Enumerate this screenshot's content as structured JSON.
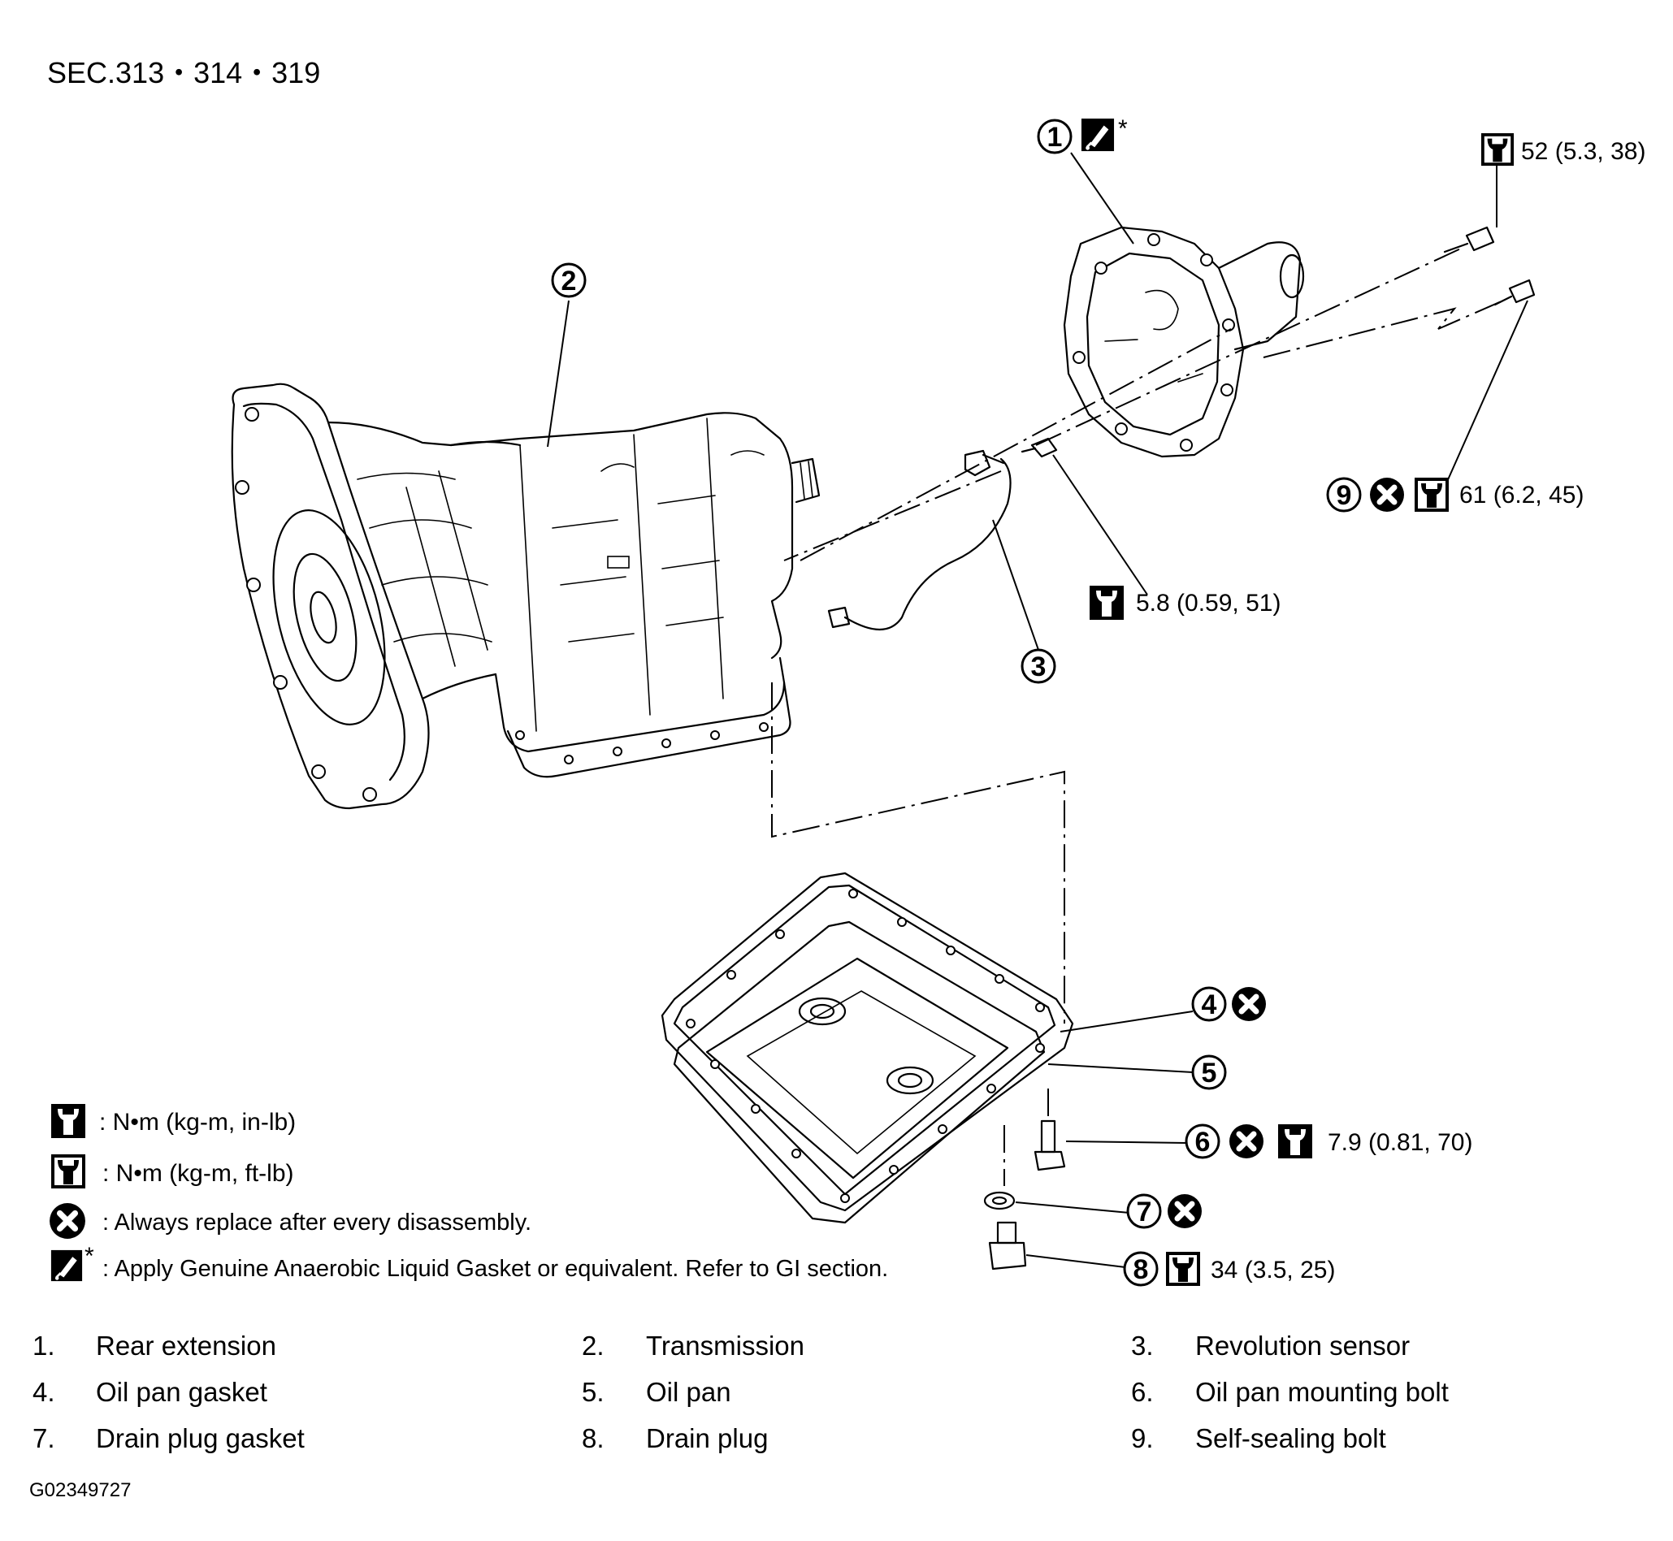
{
  "header": {
    "section_ref": "SEC.313・314・319"
  },
  "callouts": [
    {
      "num": "1",
      "marks": "(sealant)*",
      "torque": ""
    },
    {
      "num": "2",
      "marks": "",
      "torque": ""
    },
    {
      "num": "3",
      "marks": "",
      "torque": ""
    },
    {
      "num": "4",
      "marks": "replace",
      "torque": ""
    },
    {
      "num": "5",
      "marks": "",
      "torque": ""
    },
    {
      "num": "6",
      "marks": "replace, torque-in-lb",
      "torque": "7.9 (0.81, 70)"
    },
    {
      "num": "7",
      "marks": "replace",
      "torque": ""
    },
    {
      "num": "8",
      "marks": "torque-ft-lb",
      "torque": "34 (3.5, 25)"
    },
    {
      "num": "9",
      "marks": "replace, torque-ft-lb",
      "torque": "61 (6.2, 45)"
    }
  ],
  "torque_labels": {
    "rear_extension_bolt": "52 (5.3, 38)",
    "sensor_bolt": "5.8 (0.59, 51)",
    "self_sealing_bolt": "61 (6.2, 45)",
    "mounting_bolt": "7.9 (0.81, 70)",
    "drain_plug": "34 (3.5, 25)"
  },
  "legend": {
    "in_lb": ": N•m  (kg-m,  in-lb)",
    "ft_lb": ": N•m  (kg-m,  ft-lb)",
    "replace": ": Always replace after every disassembly.",
    "sealant": ": Apply Genuine Anaerobic Liquid Gasket or equivalent. Refer to GI section.",
    "sealant_star": "*"
  },
  "parts": [
    {
      "num": "1.",
      "name": "Rear extension"
    },
    {
      "num": "2.",
      "name": "Transmission"
    },
    {
      "num": "3.",
      "name": "Revolution sensor"
    },
    {
      "num": "4.",
      "name": "Oil pan gasket"
    },
    {
      "num": "5.",
      "name": "Oil pan"
    },
    {
      "num": "6.",
      "name": "Oil pan mounting bolt"
    },
    {
      "num": "7.",
      "name": "Drain plug gasket"
    },
    {
      "num": "8.",
      "name": "Drain plug"
    },
    {
      "num": "9.",
      "name": "Self-sealing bolt"
    }
  ],
  "figure_id": "G02349727",
  "icons": {
    "torque_in_lb": "wrench-filled-icon",
    "torque_ft_lb": "wrench-outline-icon",
    "replace": "x-circle-icon",
    "sealant": "sealant-tube-icon"
  }
}
